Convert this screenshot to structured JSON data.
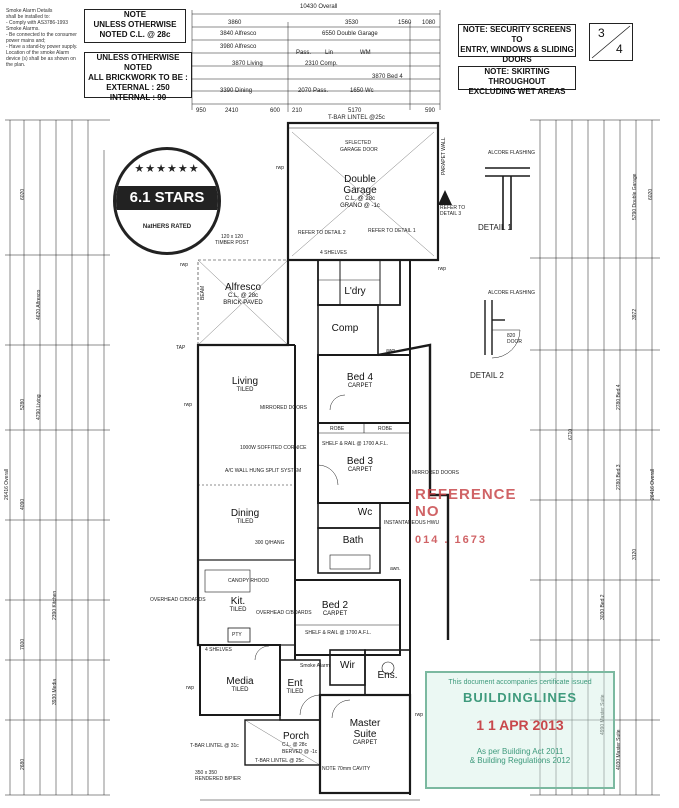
{
  "notes": {
    "smoke_alarm": [
      "Smoke Alarm Details",
      "shall be installed to:",
      "- Comply with AS3786-1993",
      "Smoke Alarms.",
      "- Be connected to the consumer",
      "power mains and;",
      "- Have a stand-by power supply.",
      "Location of the smoke Alarm",
      "device (s) shall be as shown on",
      "the plan."
    ],
    "top_note": {
      "title": "NOTE",
      "line1": "UNLESS OTHERWISE",
      "line2": "NOTED C.L. @ 28c"
    },
    "brickwork_note": {
      "line1": "UNLESS OTHERWISE NOTED",
      "line2": "ALL BRICKWORK TO BE :",
      "line3": "EXTERNAL : 250",
      "line4": "INTERNAL : 90"
    },
    "security_note": {
      "line1": "NOTE: SECURITY SCREENS TO",
      "line2": "ENTRY, WINDOWS & SLIDING",
      "line3": "DOORS"
    },
    "skirting_note": {
      "line1": "NOTE: SKIRTING THROUGHOUT",
      "line2": "EXCLUDING WET AREAS"
    }
  },
  "page_number": {
    "current": "3",
    "total": "4"
  },
  "badge": {
    "stars_glyphs": "★★★★★★",
    "rating": "6.1 STARS",
    "caption": "NatHERS RATED"
  },
  "rooms": {
    "garage": {
      "name": "Double",
      "name2": "Garage",
      "sub1": "C.L. @ 28c",
      "sub2": "GRANO @ -1c"
    },
    "alfresco": {
      "name": "Alfresco",
      "sub1": "C.L. @ 28c",
      "sub2": "BRICK PAVED"
    },
    "laundry": {
      "name": "L'dry"
    },
    "comp": {
      "name": "Comp"
    },
    "bed4": {
      "name": "Bed 4",
      "sub": "CARPET"
    },
    "bed3": {
      "name": "Bed 3",
      "sub": "CARPET"
    },
    "living": {
      "name": "Living",
      "sub": "TILED"
    },
    "dining": {
      "name": "Dining",
      "sub": "TILED"
    },
    "kitchen": {
      "name": "Kit.",
      "sub": "TILED"
    },
    "wc": {
      "name": "Wc"
    },
    "bath": {
      "name": "Bath"
    },
    "bed2": {
      "name": "Bed 2",
      "sub": "CARPET"
    },
    "media": {
      "name": "Media",
      "sub": "TILED"
    },
    "entry": {
      "name": "Ent",
      "sub": "TILED"
    },
    "wir": {
      "name": "Wir"
    },
    "ens": {
      "name": "Ens."
    },
    "porch": {
      "name": "Porch"
    },
    "master": {
      "name": "Master",
      "name2": "Suite",
      "sub": "CARPET"
    }
  },
  "labels": {
    "overall_top": "10430 Overall",
    "top_dims": [
      "3860",
      "3530",
      "1560",
      "1080"
    ],
    "alfresco_dim": "3840 Alfresco",
    "garage_dim": "6550 Double Garage",
    "living_dim_a": "3980 Alfresco",
    "pass": "Pass.",
    "lin": "Lin",
    "wm": "WM",
    "living_dim": "3870 Living",
    "comp_dim": "2310 Comp.",
    "bed4_dim": "3870 Bed 4",
    "dining_dim": "3390 Dining",
    "pass2": "2070 Pass.",
    "wc_dim": "1650 Wc",
    "bottom_row": [
      "950",
      "2410",
      "600",
      "210",
      "5170",
      "590"
    ],
    "t_bar": "T-BAR LINTEL @25c",
    "sflected": "SFLECTED",
    "garage_door": "GARAGE DOOR",
    "parapet": "PARAPET WALL",
    "alcore_flashing": "ALCORE FLASHING",
    "refer3": "REFER TO DETAIL 3",
    "detail1": "DETAIL 1",
    "detail2": "DETAIL 2",
    "refer2": "REFER TO DETAIL 2",
    "refer1": "REFER TO DETAIL 1",
    "shelves": "4 SHELVES",
    "timber_post": "120 x 120 TIMBER POST",
    "beam": "BEAM",
    "mirrored": "MIRRORED DOORS",
    "robe": "ROBE",
    "shelf_rail": "SHELF & RAIL @ 1700 A.F.L.",
    "soffited": "1000W SOFFITED CORNICE",
    "ac": "A/C WALL HUNG SPLIT SYSTEM",
    "instantaneous": "INSTANTANEOUS HWU",
    "canopy": "CANOPY RHOOD",
    "overhead": "OVERHEAD C/BOARDS",
    "q_hang": "300 Q/HANG",
    "pty": "PTY",
    "smoke_alarm": "Smoke Alarm",
    "t_bar2": "T-BAR LINTEL @ 31c",
    "t_bar3": "T-BAR LINTEL @ 25c",
    "column": "350 x 350 RENDERED B/PIER",
    "cl_porch": "C.L. @ 28c",
    "porch_floor": "BERVED @ -1c",
    "cavity": "NOTE 70mm CAVITY",
    "door_820": "820 DOOR",
    "awn": "awn.",
    "rwp": "rwp",
    "tap": "TAP",
    "wall_dims_left": [
      "6020",
      "4620 Alfresco",
      "5280",
      "4790 Living",
      "4090",
      "2390 Kitchen",
      "7600",
      "3930 Media",
      "2680"
    ],
    "overall_left": "26416 Overall",
    "wall_dims_right": [
      "6020",
      "5790 Double Garage",
      "3972",
      "6710",
      "2780 Bed 4",
      "3120",
      "2780 Bed 3",
      "3030 Bed 2",
      "4990 Master Suite",
      "4030 Master Suite"
    ],
    "overall_right": "26416 Overall"
  },
  "stamps": {
    "red_line1": "REFERENCE NO",
    "red_line2": "014 . 1673",
    "green_line1": "This document accompanies certificate issued",
    "green_line2": "BUILDINGLINES",
    "green_date": "1 1 APR 2013",
    "green_line3": "As per Building Act 2011",
    "green_line4": "& Building Regulations 2012"
  },
  "colors": {
    "line": "#1a1a1a",
    "red_stamp": "#c8484c",
    "green_stamp": "#3e9a7c"
  }
}
